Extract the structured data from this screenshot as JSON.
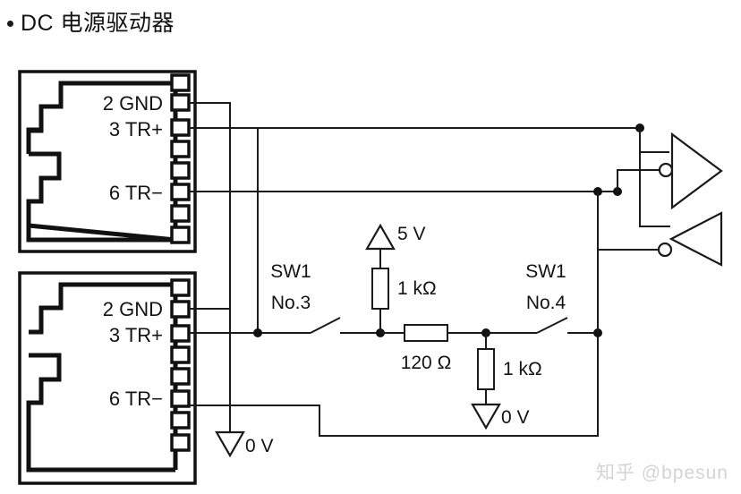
{
  "page": {
    "title": "DC 电源驱动器",
    "bullet": "•",
    "watermark": "知乎 @bpesun",
    "background": "#ffffff",
    "line_color": "#1a1a1a"
  },
  "connectors": [
    {
      "name": "upper-connector",
      "pin_count": 8,
      "labels": [
        {
          "text": "2 GND",
          "pin": 2
        },
        {
          "text": "3 TR+",
          "pin": 3
        },
        {
          "text": "6 TR−",
          "pin": 6
        }
      ]
    },
    {
      "name": "lower-connector",
      "pin_count": 8,
      "labels": [
        {
          "text": "2 GND",
          "pin": 2
        },
        {
          "text": "3 TR+",
          "pin": 3
        },
        {
          "text": "6 TR−",
          "pin": 6
        }
      ]
    }
  ],
  "components": {
    "supply_5v": "5 V",
    "pullup_resistor": "1 kΩ",
    "series_resistor": "120 Ω",
    "pulldown_resistor": "1 kΩ",
    "ground_mid": "0 V",
    "ground_left": "0 V"
  },
  "switches": [
    {
      "name": "SW1",
      "number": "No.3",
      "line1": "SW1",
      "line2": "No.3",
      "state": "open"
    },
    {
      "name": "SW1",
      "number": "No.4",
      "line1": "SW1",
      "line2": "No.4",
      "state": "open"
    }
  ],
  "drivers": [
    {
      "name": "upper-driver",
      "type": "differential-buffer",
      "inverting_input": true,
      "direction": "right"
    },
    {
      "name": "lower-driver",
      "type": "inverting-buffer",
      "inverting_input": true,
      "direction": "left"
    }
  ]
}
